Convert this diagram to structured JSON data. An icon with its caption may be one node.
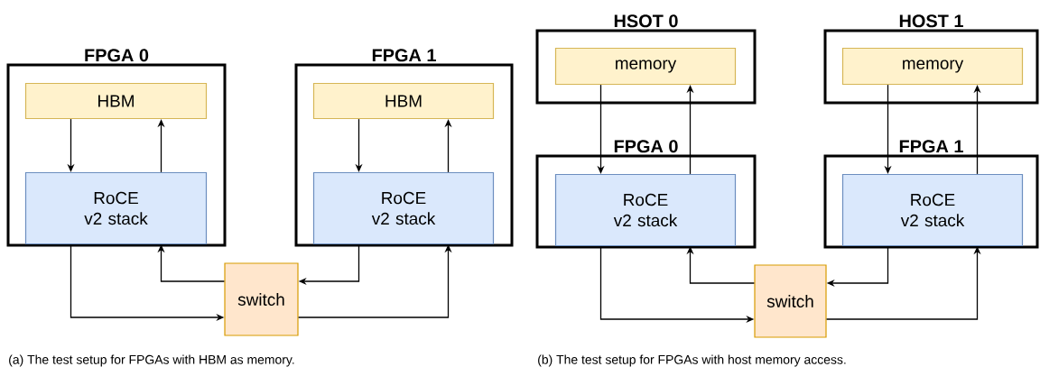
{
  "diagram": {
    "nodes": [
      {
        "text": [
          "FPGA 0"
        ]
      },
      {
        "text": [
          "HBM"
        ],
        "in": 0
      },
      {
        "text": [
          "RoCE v2 stack"
        ],
        "in": 0
      },
      {
        "text": [
          "FPGA 1"
        ]
      },
      {
        "text": [
          "HBM"
        ],
        "in": 3
      },
      {
        "text": [
          "RoCE v2 stack"
        ],
        "in": 3
      },
      {
        "text": [
          "switch"
        ]
      },
      {
        "text": [
          "HSOT 0"
        ]
      },
      {
        "text": [
          "memory"
        ],
        "in": 7
      },
      {
        "text": [
          "FPGA 0"
        ]
      },
      {
        "text": [
          "RoCE v2 stack"
        ],
        "in": 9
      },
      {
        "text": [
          "HOST 1"
        ]
      },
      {
        "text": [
          "memory"
        ],
        "in": 11
      },
      {
        "text": [
          "FPGA 1"
        ]
      },
      {
        "text": [
          "RoCE v2 stack"
        ],
        "in": 13
      },
      {
        "text": [
          "switch"
        ]
      }
    ],
    "edges": [
      {
        "from": 1,
        "to": 2,
        "arrow": "to"
      },
      {
        "from": 2,
        "to": 1,
        "arrow": "to"
      },
      {
        "from": 6,
        "to": 2,
        "arrow": "to"
      },
      {
        "from": 5,
        "to": 6,
        "arrow": "to"
      },
      {
        "from": 2,
        "to": 6,
        "arrow": "to"
      },
      {
        "from": 6,
        "to": 5,
        "arrow": "to"
      },
      {
        "from": 4,
        "to": 5,
        "arrow": "to"
      },
      {
        "from": 5,
        "to": 4,
        "arrow": "to"
      },
      {
        "from": 8,
        "to": 10,
        "arrow": "to"
      },
      {
        "from": 10,
        "to": 8,
        "arrow": "to"
      },
      {
        "from": 15,
        "to": 10,
        "arrow": "to"
      },
      {
        "from": 14,
        "to": 15,
        "arrow": "to"
      },
      {
        "from": 10,
        "to": 15,
        "arrow": "to"
      },
      {
        "from": 15,
        "to": 14,
        "arrow": "to"
      },
      {
        "from": 12,
        "to": 14,
        "arrow": "to"
      },
      {
        "from": 14,
        "to": 12,
        "arrow": "to"
      }
    ],
    "labels": [
      "(a) The test setup for FPGAs with HBM as memory.",
      "(b) The test setup for FPGAs with host memory access."
    ]
  }
}
